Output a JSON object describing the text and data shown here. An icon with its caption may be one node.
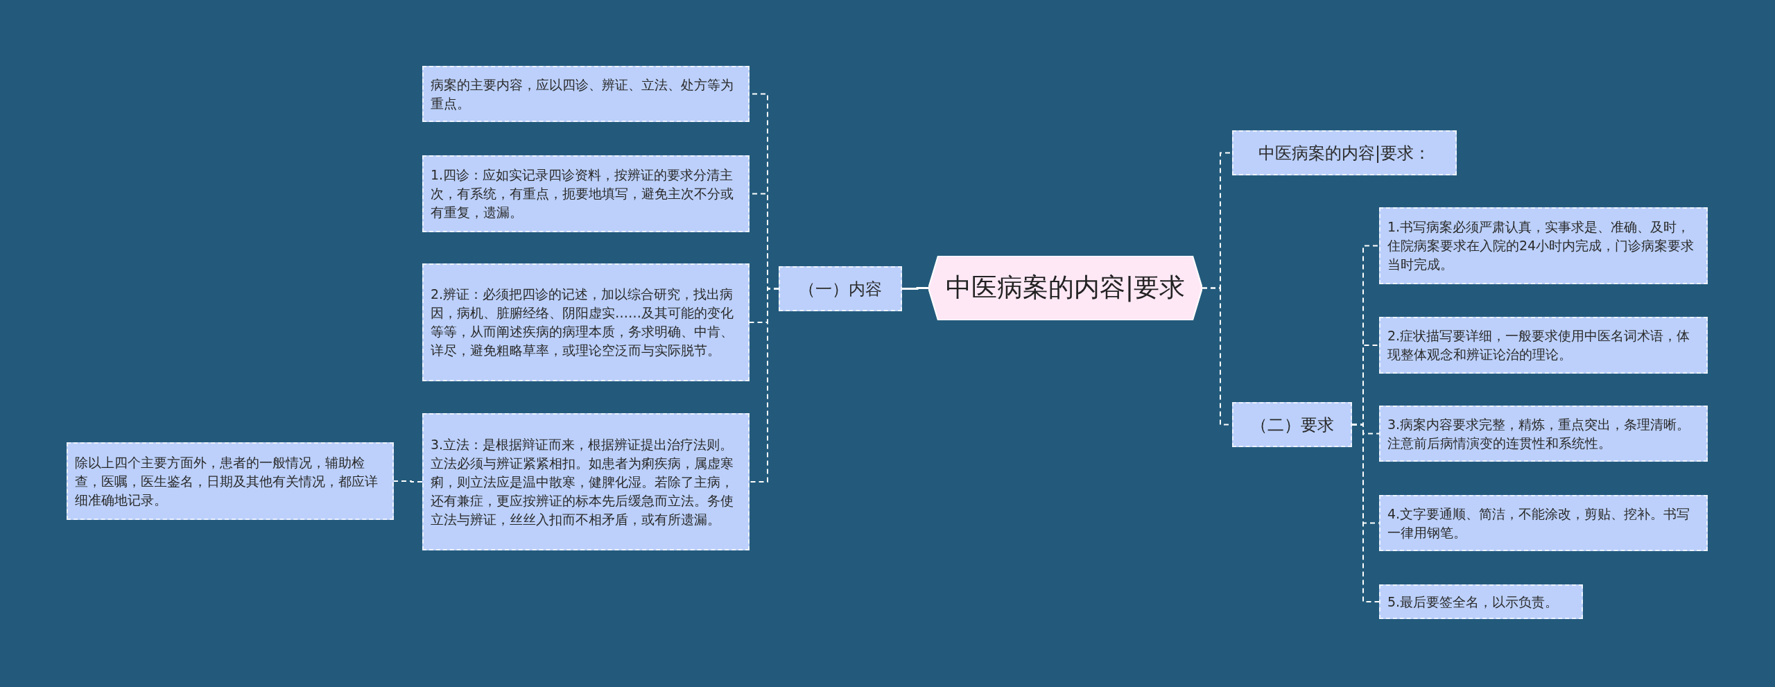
{
  "diagram": {
    "nodes": [
      {
        "text": [
          "中医病案的内容|要求"
        ]
      },
      {
        "text": [
          "（一）内容"
        ]
      },
      {
        "text": [
          "病案的主要内容，应以四诊、辨证、立法、处方等为重点。"
        ]
      },
      {
        "text": [
          "1.四诊：应如实记录四诊资料，按辨证的要求分清主次，有系统，有重点，扼要地填写，避免主次不分或有重复，遗漏。"
        ]
      },
      {
        "text": [
          "2.辨证：必须把四诊的记述，加以综合研究，找出病因，病机、脏腑经络、阴阳虚实……及其可能的变化等等，从而阐述疾病的病理本质，务求明确、中肯、详尽，避免粗略草率，或理论空泛而与实际脱节。"
        ]
      },
      {
        "text": [
          "3.立法：是根据辩证而来，根据辨证提出治疗法则。立法必须与辨证紧紧相扣。如患者为痢疾病，属虚寒痢，则立法应是温中散寒，健脾化湿。若除了主病，还有兼症，更应按辨证的标本先后缓急而立法。务使立法与辨证，丝丝入扣而不相矛盾，或有所遗漏。"
        ]
      },
      {
        "text": [
          "除以上四个主要方面外，患者的一般情况，辅助检查，医嘱，医生鉴名，日期及其他有关情况，都应详细准确地记录。"
        ]
      },
      {
        "text": [
          "中医病案的内容|要求："
        ]
      },
      {
        "text": [
          "（二）要求"
        ]
      },
      {
        "text": [
          "1.书写病案必须严肃认真，实事求是、准确、及时，住院病案要求在入院的24小时内完成，门诊病案要求当时完成。"
        ]
      },
      {
        "text": [
          "2.症状描写要详细，一般要求使用中医名词术语，体现整体观念和辨证论治的理论。"
        ]
      },
      {
        "text": [
          "3.病案内容要求完整，精炼，重点突出，条理清晰。注意前后病情演变的连贯性和系统性。"
        ]
      },
      {
        "text": [
          "4.文字要通顺、简洁，不能涂改，剪贴、挖补。书写一律用钢笔。"
        ]
      },
      {
        "text": [
          "5.最后要签全名，以示负责。"
        ]
      }
    ],
    "edges": [
      {
        "from": 0,
        "to": 1,
        "arrow": "none"
      },
      {
        "from": 1,
        "to": 2,
        "arrow": "none",
        "style": "dashed"
      },
      {
        "from": 1,
        "to": 3,
        "arrow": "none",
        "style": "dashed"
      },
      {
        "from": 1,
        "to": 4,
        "arrow": "none",
        "style": "dashed"
      },
      {
        "from": 1,
        "to": 5,
        "arrow": "none",
        "style": "dashed"
      },
      {
        "from": 5,
        "to": 6,
        "arrow": "none",
        "style": "dashed"
      },
      {
        "from": 0,
        "to": 7,
        "arrow": "none",
        "style": "dashed"
      },
      {
        "from": 0,
        "to": 8,
        "arrow": "none",
        "style": "dashed"
      },
      {
        "from": 8,
        "to": 9,
        "arrow": "none",
        "style": "dashed"
      },
      {
        "from": 8,
        "to": 10,
        "arrow": "none",
        "style": "dashed"
      },
      {
        "from": 8,
        "to": 11,
        "arrow": "none",
        "style": "dashed"
      },
      {
        "from": 8,
        "to": 12,
        "arrow": "none",
        "style": "dashed"
      },
      {
        "from": 8,
        "to": 13,
        "arrow": "none",
        "style": "dashed"
      }
    ]
  }
}
